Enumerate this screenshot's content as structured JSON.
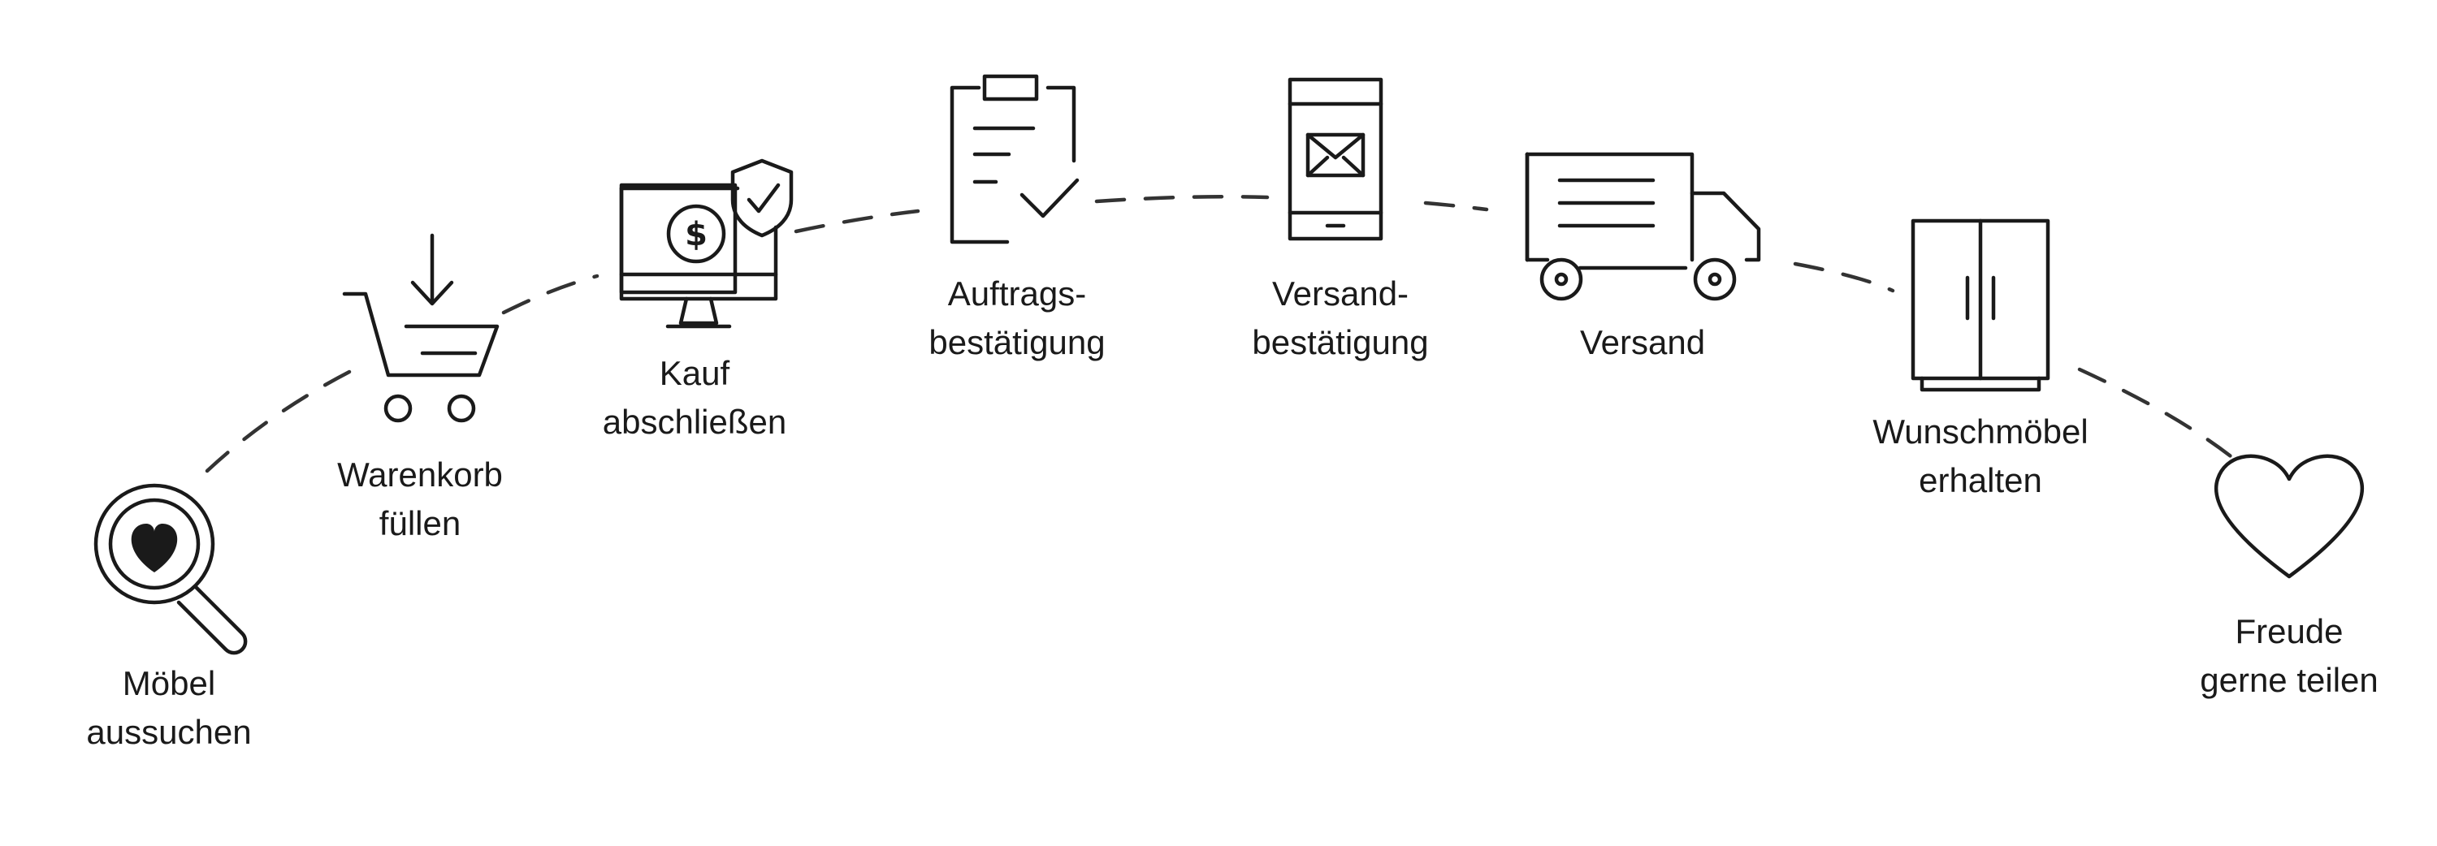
{
  "accent_color": "#1a1a1a",
  "steps": [
    {
      "icon": "search-heart-icon",
      "line1": "Möbel",
      "line2": "aussuchen"
    },
    {
      "icon": "shopping-cart-icon",
      "line1": "Warenkorb",
      "line2": "füllen"
    },
    {
      "icon": "secure-payment-monitor-icon",
      "line1": "Kauf",
      "line2": "abschließen"
    },
    {
      "icon": "clipboard-check-icon",
      "line1": "Auftrags-",
      "line2": "bestätigung"
    },
    {
      "icon": "phone-mail-icon",
      "line1": "Versand-",
      "line2": "bestätigung"
    },
    {
      "icon": "delivery-truck-icon",
      "line1": "Versand",
      "line2": ""
    },
    {
      "icon": "wardrobe-icon",
      "line1": "Wunschmöbel",
      "line2": "erhalten"
    },
    {
      "icon": "heart-icon",
      "line1": "Freude",
      "line2": "gerne teilen"
    }
  ]
}
